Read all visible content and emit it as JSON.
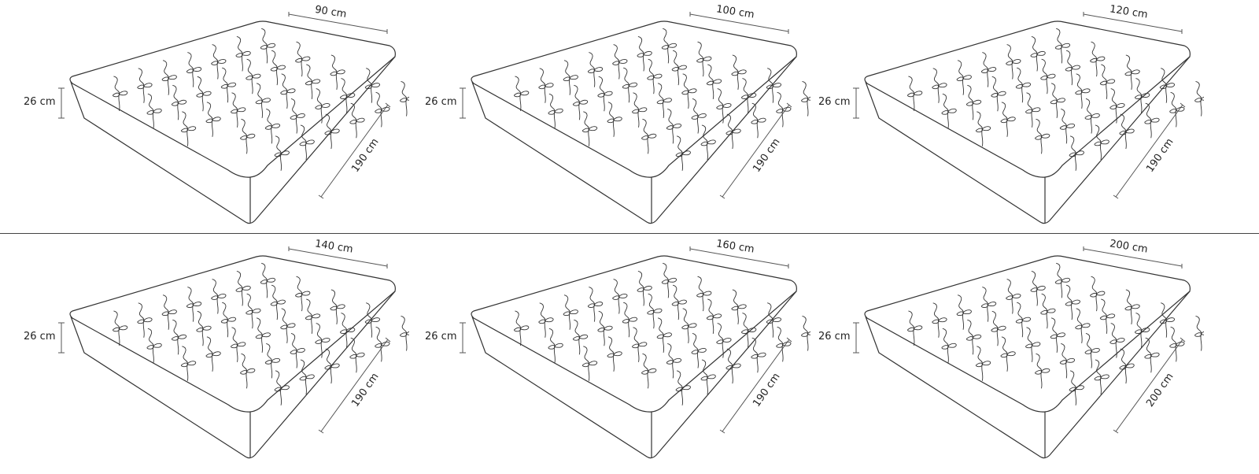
{
  "panels": [
    {
      "width": "90 cm",
      "height": "26 cm",
      "length": "190 cm"
    },
    {
      "width": "100 cm",
      "height": "26 cm",
      "length": "190 cm"
    },
    {
      "width": "120 cm",
      "height": "26 cm",
      "length": "190 cm"
    },
    {
      "width": "140 cm",
      "height": "26 cm",
      "length": "190 cm"
    },
    {
      "width": "160 cm",
      "height": "26 cm",
      "length": "190 cm"
    },
    {
      "width": "200 cm",
      "height": "26 cm",
      "length": "200 cm"
    }
  ],
  "colors": {
    "line": "#333333",
    "background": "#ffffff"
  }
}
